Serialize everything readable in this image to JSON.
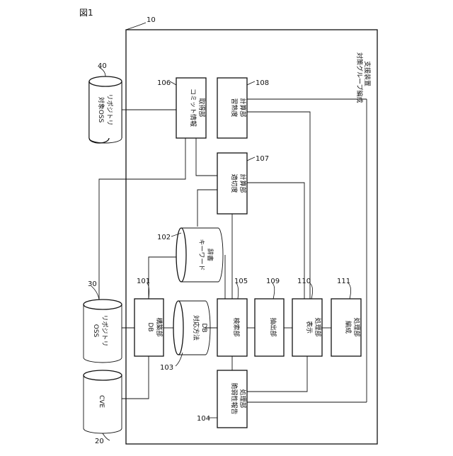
{
  "figure_label": "図1",
  "device": {
    "number": "10",
    "title": "対策グループ編成\n支援装置"
  },
  "external": {
    "target_oss_repo": {
      "number": "40",
      "label": "対象OSS\nリポジトリ"
    },
    "oss_repo": {
      "number": "30",
      "label": "OSS\nリポジトリ"
    },
    "cve": {
      "number": "20",
      "label": "CVE"
    }
  },
  "units": {
    "commit": {
      "number": "106",
      "label": "コミット情報\n取得部"
    },
    "familiarity": {
      "number": "108",
      "label": "習熟度\n計算部"
    },
    "suitability": {
      "number": "107",
      "label": "適切度\n計算部"
    },
    "keyword_dict": {
      "number": "102",
      "label": "キーワード\n辞書"
    },
    "db_build": {
      "number": "101",
      "label": "DB\n構築部"
    },
    "countermeasure_db": {
      "number": "103",
      "label": "対応方法\nDB"
    },
    "search": {
      "number": "105",
      "label": "検索部"
    },
    "extract": {
      "number": "109",
      "label": "抽出部"
    },
    "display": {
      "number": "110",
      "label": "表示\n処理部"
    },
    "organize": {
      "number": "111",
      "label": "編成\n処理部"
    },
    "vuln_report": {
      "number": "104",
      "label": "脆弱性報告\n処理部"
    }
  }
}
